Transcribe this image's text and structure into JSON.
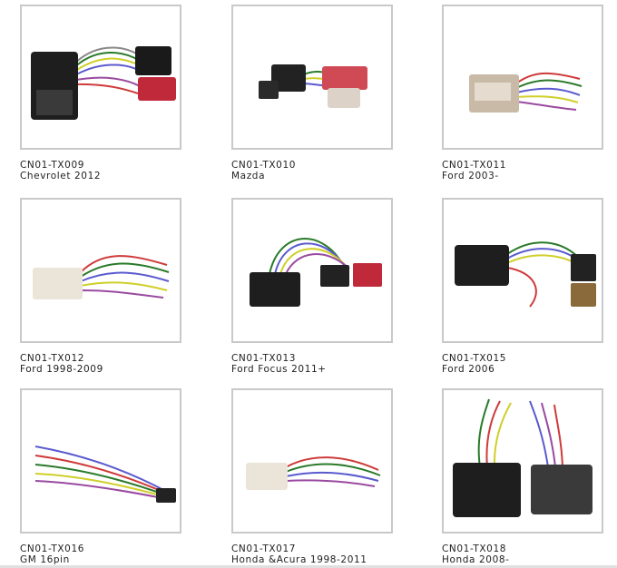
{
  "products": [
    {
      "code": "CN01-TX009",
      "name": "Chevrolet 2012"
    },
    {
      "code": "CN01-TX010",
      "name": "Mazda"
    },
    {
      "code": "CN01-TX011",
      "name": "Ford 2003-"
    },
    {
      "code": "CN01-TX012",
      "name": "Ford 1998-2009"
    },
    {
      "code": "CN01-TX013",
      "name": "Ford Focus 2011+"
    },
    {
      "code": "CN01-TX015",
      "name": "Ford 2006"
    },
    {
      "code": "CN01-TX016",
      "name": "GM 16pin"
    },
    {
      "code": "CN01-TX017",
      "name": "Honda &Acura 1998-2011"
    },
    {
      "code": "CN01-TX018",
      "name": "Honda 2008-"
    }
  ]
}
